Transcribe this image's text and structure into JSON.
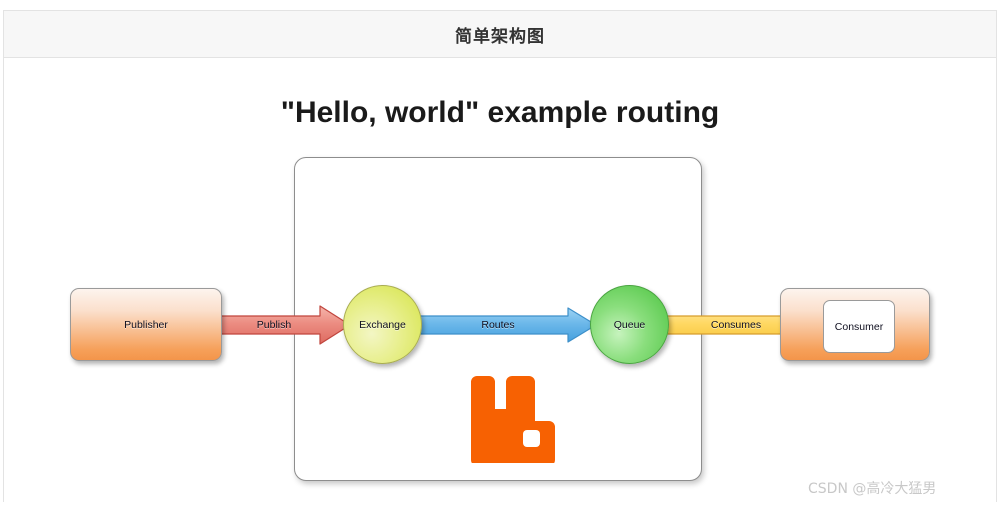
{
  "header": {
    "title": "简单架构图"
  },
  "diagram": {
    "title": "\"Hello, world\" example routing",
    "broker_container_name": "rabbitmq-broker",
    "nodes": [
      {
        "id": "publisher",
        "label": "Publisher",
        "shape": "rounded-box",
        "color": "#f6a05a"
      },
      {
        "id": "exchange",
        "label": "Exchange",
        "shape": "circle",
        "color": "#dbe75e"
      },
      {
        "id": "queue",
        "label": "Queue",
        "shape": "circle",
        "color": "#5ecb52"
      },
      {
        "id": "consumer",
        "label": "Consumer",
        "shape": "rounded-box",
        "color": "#f6a05a"
      }
    ],
    "arrows": [
      {
        "id": "publish",
        "label": "Publish",
        "from": "publisher",
        "to": "exchange",
        "color": "#e9837d"
      },
      {
        "id": "routes",
        "label": "Routes",
        "from": "exchange",
        "to": "queue",
        "color": "#66b5e8"
      },
      {
        "id": "consumes",
        "label": "Consumes",
        "from": "queue",
        "to": "consumer",
        "color": "#ffd95e"
      }
    ],
    "logo": {
      "name": "rabbitmq-logo",
      "color": "#f76102"
    }
  },
  "watermark": {
    "text": "CSDN @高冷大猛男",
    "color": "#c8c8c8"
  }
}
